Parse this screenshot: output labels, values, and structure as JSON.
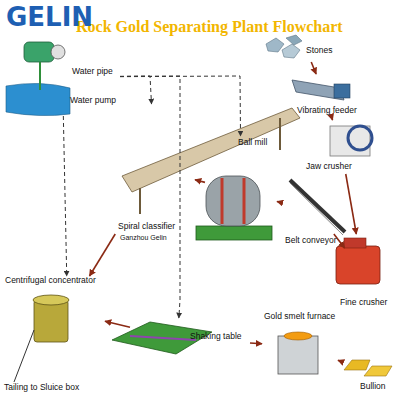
{
  "diagram": {
    "title": "Rock Gold Separating Plant Flowchart",
    "nodes": [
      {
        "text": [
          "Stones"
        ]
      },
      {
        "text": [
          "Vibrating feeder"
        ]
      },
      {
        "text": [
          "Jaw crusher"
        ]
      },
      {
        "text": [
          "Belt conveyor"
        ]
      },
      {
        "text": [
          "Fine crusher"
        ]
      },
      {
        "text": [
          "Ball mill"
        ]
      },
      {
        "text": [
          "Spiral classifier"
        ]
      },
      {
        "text": [
          "Water pump"
        ]
      },
      {
        "text": [
          "Centrifugal concentrator"
        ]
      },
      {
        "text": [
          "Shaking table"
        ]
      },
      {
        "text": [
          "Gold smelt furnace"
        ]
      },
      {
        "text": [
          "Bullion"
        ]
      }
    ],
    "edges": [
      {
        "from": 0,
        "to": 1,
        "arrow": "to"
      },
      {
        "from": 1,
        "to": 2,
        "arrow": "to"
      },
      {
        "from": 2,
        "to": 4,
        "arrow": "to"
      },
      {
        "from": 4,
        "to": 3,
        "arrow": "to"
      },
      {
        "from": 3,
        "to": 5,
        "arrow": "to"
      },
      {
        "from": 5,
        "to": 6,
        "arrow": "to"
      },
      {
        "from": 6,
        "to": 8,
        "arrow": "to"
      },
      {
        "from": 8,
        "to": 9,
        "arrow": "to"
      },
      {
        "from": 9,
        "to": 10,
        "arrow": "to"
      },
      {
        "from": 10,
        "to": 11,
        "arrow": "to"
      },
      {
        "from": 7,
        "to": 6,
        "arrow": "to"
      },
      {
        "from": 7,
        "to": 5,
        "arrow": "to"
      },
      {
        "from": 7,
        "to": 8,
        "arrow": "to"
      },
      {
        "from": 7,
        "to": 9,
        "arrow": "to"
      }
    ],
    "labels": [
      "GELIN",
      "Water pipe",
      "Ganzhou Gelin",
      "Tailing  to Sluice box"
    ]
  }
}
